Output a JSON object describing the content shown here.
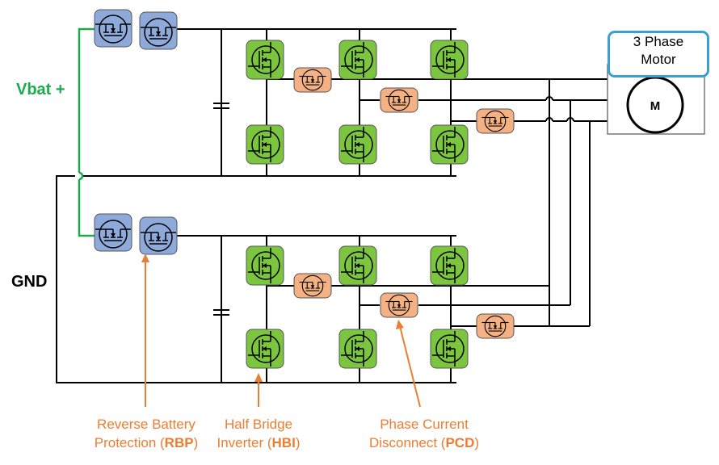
{
  "labels": {
    "vbat": "Vbat +",
    "gnd": "GND",
    "motor_line1": "3 Phase",
    "motor_line2": "Motor",
    "motor_symbol": "M"
  },
  "callouts": {
    "rbp_line1": "Reverse Battery",
    "rbp_line2_pre": "Protection (",
    "rbp_abbr": "RBP",
    "rbp_line2_post": ")",
    "hbi_line1": "Half Bridge",
    "hbi_line2_pre": "Inverter (",
    "hbi_abbr": "HBI",
    "hbi_line2_post": ")",
    "pcd_line1": "Phase Current",
    "pcd_line2_pre": "Disconnect (",
    "pcd_abbr": "PCD",
    "pcd_line2_post": ")"
  },
  "colors": {
    "rbp_fill": "#8eaadb",
    "hbi_fill": "#7cc53e",
    "pcd_fill": "#f4b183",
    "vbat_wire": "#1aab4b",
    "callout": "#ed7d31",
    "motor_border": "#3aa0d0"
  }
}
